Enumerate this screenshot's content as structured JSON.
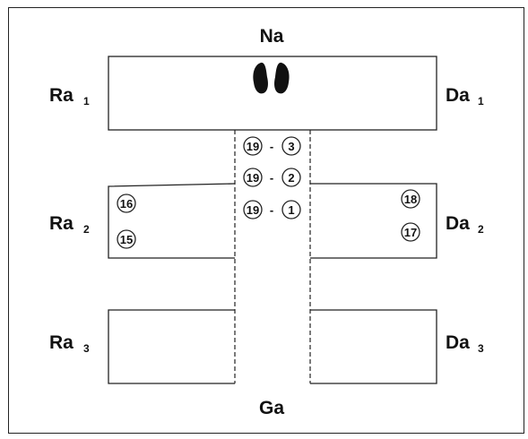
{
  "labels": {
    "top": "Na",
    "bottom": "Ga",
    "left": [
      {
        "main": "Ra",
        "sub": "1"
      },
      {
        "main": "Ra",
        "sub": "2"
      },
      {
        "main": "Ra",
        "sub": "3"
      }
    ],
    "right": [
      {
        "main": "Da",
        "sub": "1"
      },
      {
        "main": "Da",
        "sub": "2"
      },
      {
        "main": "Da",
        "sub": "3"
      }
    ]
  },
  "markers": {
    "center": [
      {
        "left": "19",
        "right": "3"
      },
      {
        "left": "19",
        "right": "2"
      },
      {
        "left": "19",
        "right": "1"
      }
    ],
    "left_box": [
      "16",
      "15"
    ],
    "right_box": [
      "18",
      "17"
    ]
  },
  "figure_glyph": "footprints-icon"
}
